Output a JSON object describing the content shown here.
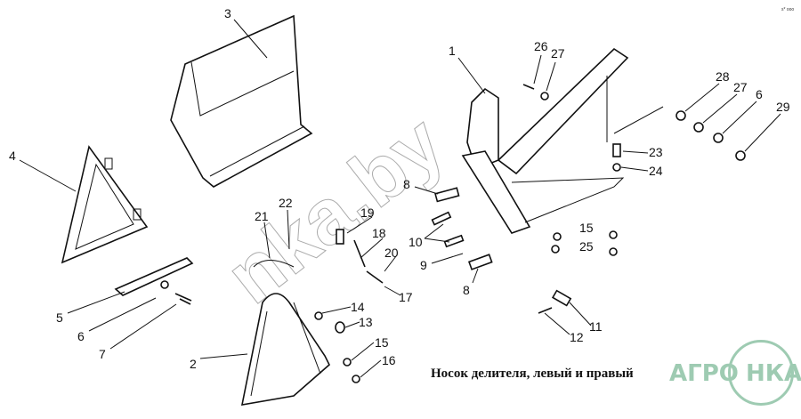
{
  "title": "Носок делителя, левый и правый",
  "logo": {
    "left": "АГРО",
    "right": "НКА",
    "color": "#9ecbb2"
  },
  "watermark": "nka.by",
  "corner_mark": "s* ooo",
  "callouts": {
    "c1": "1",
    "c2": "2",
    "c3": "3",
    "c4": "4",
    "c5": "5",
    "c6a": "6",
    "c6b": "6",
    "c7": "7",
    "c8a": "8",
    "c8b": "8",
    "c9": "9",
    "c10": "10",
    "c11": "11",
    "c12": "12",
    "c13": "13",
    "c14": "14",
    "c15a": "15",
    "c15b": "15",
    "c16": "16",
    "c17": "17",
    "c18": "18",
    "c19": "19",
    "c20": "20",
    "c21": "21",
    "c22": "22",
    "c23": "23",
    "c24": "24",
    "c25": "25",
    "c26": "26",
    "c27a": "27",
    "c27b": "27",
    "c28": "28",
    "c29": "29"
  }
}
